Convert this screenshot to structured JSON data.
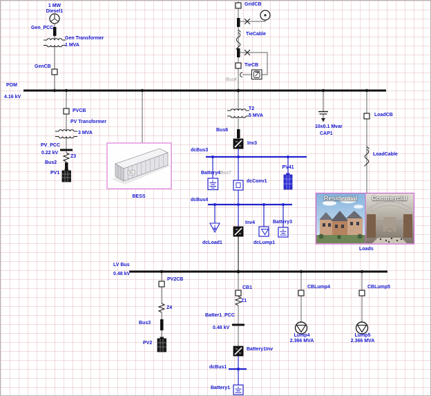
{
  "colors": {
    "label_blue": "#1414cd",
    "label_gray": "#9b9b9b",
    "dc_blue": "#2323cc",
    "wire_gray": "#7d7d7d",
    "bus_black": "#111111",
    "bess_border": "#e08fe0",
    "image_border": "#c86ece"
  },
  "labels": {
    "diesel_rating": "1 MW",
    "diesel_name": "Diesel1",
    "gen_pcc": "Gen_PCC",
    "gen_transformer": "Gen Transformer",
    "gen_transformer_rating": "1 MVA",
    "gencb": "GenCB",
    "pom": "POM",
    "pom_kv": "4.16 kV",
    "pvcb": "PVCB",
    "pv_transformer": "PV Transformer",
    "pv_transformer_rating": "3 MVA",
    "pv_pcc": "PV_PCC",
    "pv_pcc_kv": "0.22 kV",
    "z3": "Z3",
    "bus2": "Bus2",
    "pv1": "PV1",
    "bess": "BESS",
    "gridcb": "GridCB",
    "tiecable": "TieCable",
    "tiecb": "TieCB",
    "bus4": "Bus4",
    "t2": "T2",
    "t2_rating": "5 MVA",
    "bus6": "Bus6",
    "inv3": "Inv3",
    "dcbus3": "dcBus3",
    "battery4": "Battery4",
    "bus7": "Bus7",
    "dcconv1": "dcConv1",
    "pv41": "PV41",
    "dcbus4": "dcBus4",
    "dcload1": "dcLoad1",
    "inv4": "Inv4",
    "dclump1": "dcLump1",
    "battery3": "Battery3",
    "cap_rating": "10x0.1 Mvar",
    "cap1": "CAP1",
    "loadcb": "LoadCB",
    "loadcable": "LoadCable",
    "residential": "Residential",
    "commercial": "Commercial",
    "loads": "Loads",
    "lv_bus": "LV Bus",
    "lv_bus_kv": "0.48 kV",
    "pv2cb": "PV2CB",
    "z4": "Z4",
    "bus3": "Bus3",
    "pv2": "PV2",
    "cb1": "CB1",
    "z1": "Z1",
    "batter1_pcc": "Batter1_PCC",
    "batter1_pcc_kv": "0.48 kV",
    "battery1inv": "Battery1Inv",
    "dcbus1": "dcBus1",
    "battery1": "Battery1",
    "cblump4": "CBLump4",
    "lump4": "Lump4",
    "lump4_rating": "2.366 MVA",
    "cblump5": "CBLump5",
    "lump5": "Lump5",
    "lump5_rating": "2.366 MVA"
  }
}
